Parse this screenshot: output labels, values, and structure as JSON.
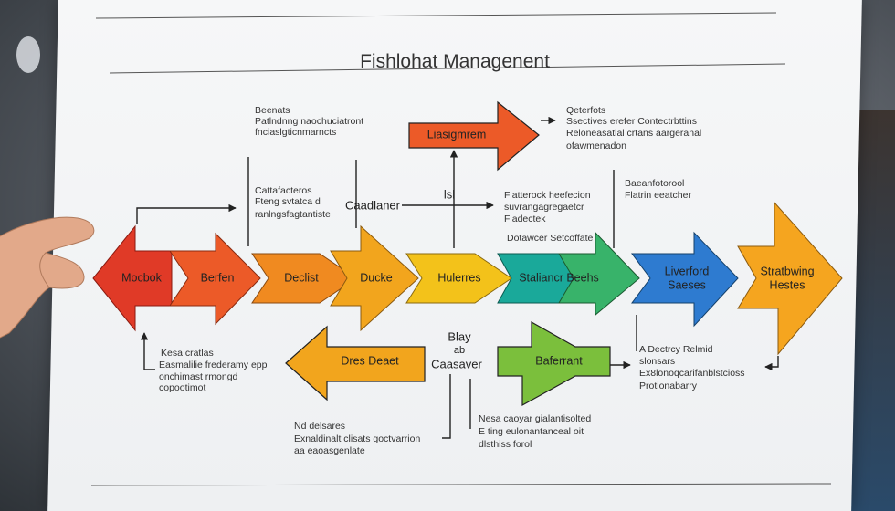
{
  "title": "Fishlohat Managenent",
  "arrows": {
    "mocbok": "Mocbok",
    "berfen": "Berfen",
    "declist": "Declist",
    "ducke": "Ducke",
    "hulerres": "Hulerres",
    "staliancr": "Staliancr Beehs",
    "liverford_1": "Liverford",
    "liverford_2": "Saeses",
    "stratbwing_1": "Stratbwing",
    "stratbwing_2": "Hestes",
    "liasigmrem": "Liasigmrem",
    "dres_deaet": "Dres Deaet",
    "baferrant": "Baferrant"
  },
  "labels": {
    "caadlaner": "Caadlaner",
    "isl": "lsl",
    "blay": "Blay",
    "ib": "ab",
    "caasaver": "Caasaver",
    "dotawcer": "Dotawcer Setcoffate"
  },
  "notes": {
    "tl": [
      "Beenats",
      "Patlndnng naochuciatront",
      "fnciaslgticnmarncts"
    ],
    "ml": [
      "Cattafacteros",
      "Fteng svtatca d",
      "ranlngsfagtantiste"
    ],
    "tr": [
      "Qeterfots",
      "Ssectives erefer Contectrbttins",
      "Reloneasatlal crtans aargeranal",
      "ofawmenadon"
    ],
    "mc": [
      "Flatterock heefecion",
      "suvrangagregaetcr",
      "Fladectek"
    ],
    "mr": [
      "Baeanfotorool",
      "Flatrin eeatcher"
    ],
    "bl": [
      "Kesa cratlas",
      "Easmalilie frederamy epp",
      "onchimast rmongd",
      "copootimot"
    ],
    "br": [
      "A Dectrcy Relmid",
      "slonsars",
      "Ex8lonoqcarifanblstcioss",
      "Protionabarry"
    ],
    "bc": [
      "Nd delsares",
      "Exnaldinalt clisats goctvarrion",
      "aa eaoasgenlate"
    ],
    "bm": [
      "Nesa caoyar gialantisolted",
      "E ting eulonantanceal oit",
      "dlsthiss forol"
    ]
  },
  "colors": {
    "red": "#e03a27",
    "orange_red": "#ec5a28",
    "orange": "#f08a20",
    "amber": "#f2a51d",
    "yellow": "#f3c21a",
    "teal": "#1aa99a",
    "green_teal": "#38b36a",
    "blue": "#2e7bd0",
    "light_orange": "#f5a51f",
    "green": "#7bbf3c"
  }
}
